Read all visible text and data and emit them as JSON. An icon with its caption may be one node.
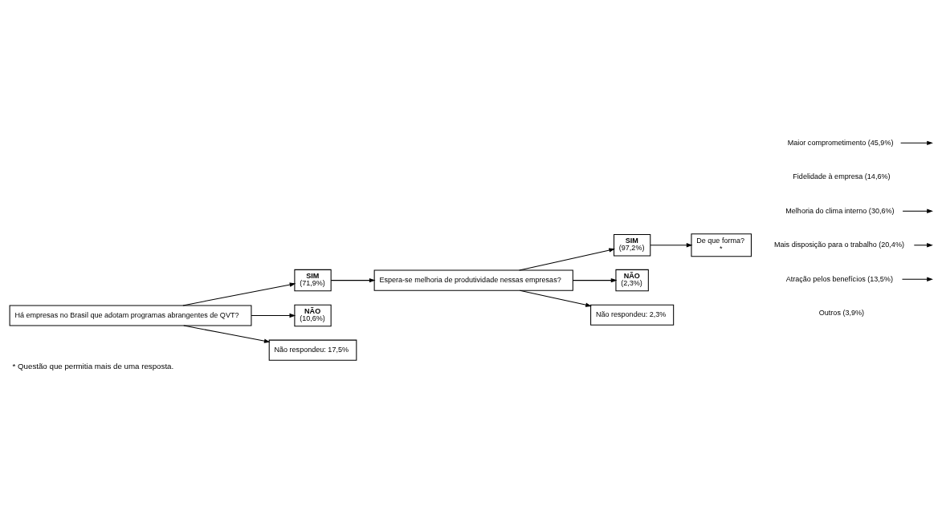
{
  "diagram": {
    "caption": "* Questão que permitia mais de uma resposta.",
    "nodes": [
      {
        "text": [
          "Há empresas no Brasil que adotam programas abrangentes de QVT?"
        ]
      },
      {
        "text": [
          "SIM",
          "(71,9%)"
        ]
      },
      {
        "text": [
          "NÃO",
          "(10,6%)"
        ]
      },
      {
        "text": [
          "Não respondeu: 17,5%"
        ]
      },
      {
        "text": [
          "Espera-se melhoria de produtividade nessas empresas?"
        ]
      },
      {
        "text": [
          "SIM",
          "(97,2%)"
        ]
      },
      {
        "text": [
          "NÃO",
          "(2,3%)"
        ]
      },
      {
        "text": [
          "Não respondeu: 2,3%"
        ]
      },
      {
        "text": [
          "De que forma?",
          "*"
        ]
      },
      {
        "text": [
          "Maior comprometimento (45,9%)"
        ]
      },
      {
        "text": [
          "Melhoria do clima interno (30,6%)"
        ]
      },
      {
        "text": [
          "Mais disposição para o trabalho (20,4%)"
        ]
      },
      {
        "text": [
          "Atração pelos benefícios (13,5%)"
        ]
      }
    ],
    "edges": [
      {
        "from": 0,
        "to": 1,
        "arrow": "to"
      },
      {
        "from": 0,
        "to": 2,
        "arrow": "to"
      },
      {
        "from": 0,
        "to": 3,
        "arrow": "to"
      },
      {
        "from": 1,
        "to": 4,
        "arrow": "to"
      },
      {
        "from": 4,
        "to": 5,
        "arrow": "to"
      },
      {
        "from": 4,
        "to": 6,
        "arrow": "to"
      },
      {
        "from": 4,
        "to": 7,
        "arrow": "to"
      },
      {
        "from": 5,
        "to": 8,
        "arrow": "to"
      },
      {
        "from": 9,
        "to": null,
        "arrow": "to"
      },
      {
        "from": 10,
        "to": null,
        "arrow": "to"
      },
      {
        "from": 11,
        "to": null,
        "arrow": "to"
      },
      {
        "from": 12,
        "to": null,
        "arrow": "to"
      }
    ],
    "labels": [
      "Fidelidade à empresa (14,6%)",
      "Outros (3,9%)"
    ]
  }
}
